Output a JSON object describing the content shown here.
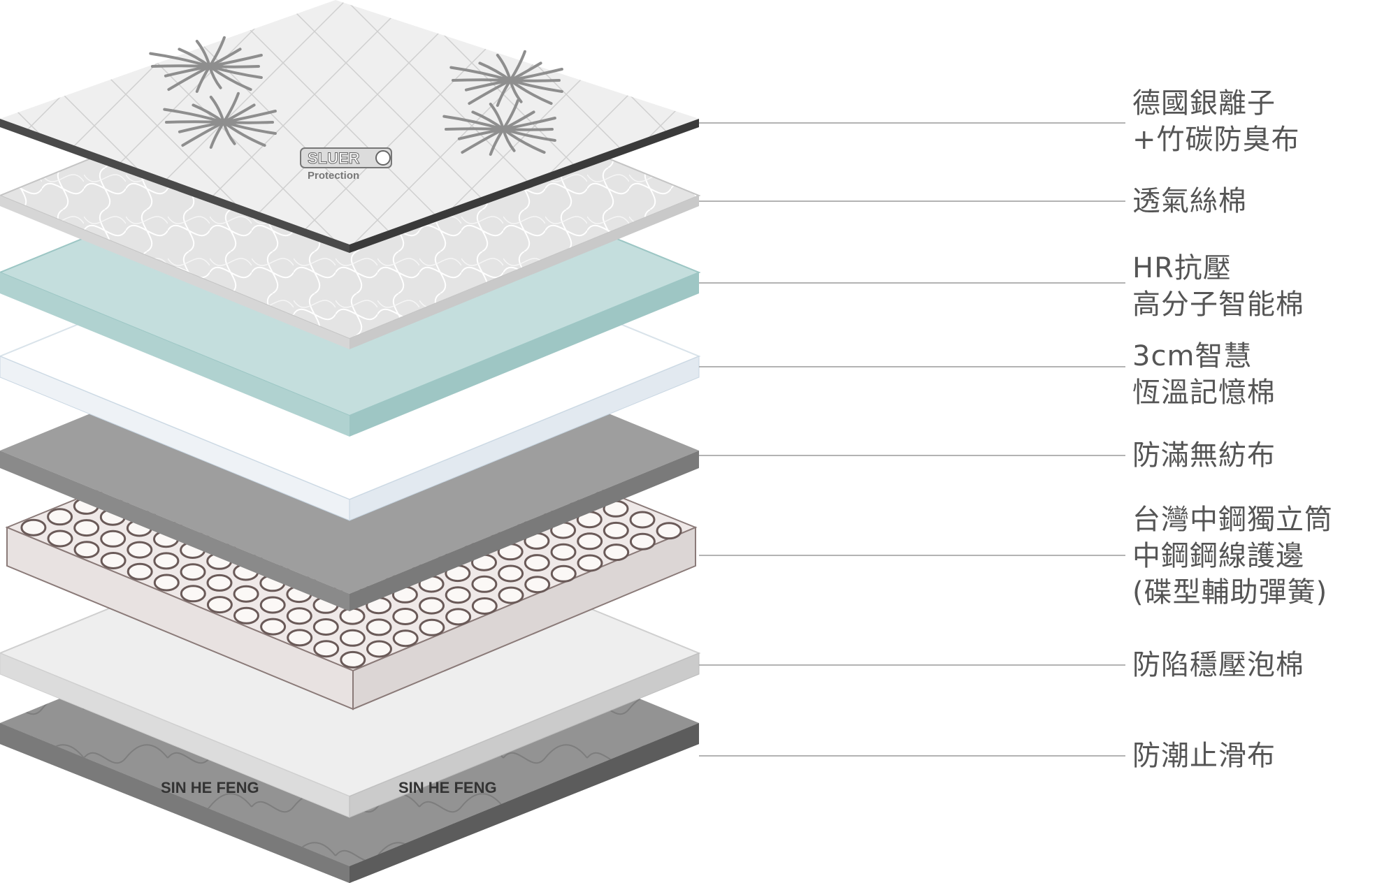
{
  "brand": {
    "top_logo": "SLUER",
    "top_logo_sub": "Protection",
    "bottom_mark": "SIN HE FENG"
  },
  "layers": [
    {
      "id": "cover",
      "lines": [
        "德國銀離子",
        "+竹碳防臭布"
      ]
    },
    {
      "id": "silk",
      "lines": [
        "透氣絲棉"
      ]
    },
    {
      "id": "hr-foam",
      "lines": [
        "HR抗壓",
        "高分子智能棉"
      ]
    },
    {
      "id": "memory",
      "lines": [
        "3cm智慧",
        "恆溫記憶棉"
      ]
    },
    {
      "id": "nonwoven",
      "lines": [
        "防滿無紡布"
      ]
    },
    {
      "id": "springs",
      "lines": [
        "台灣中鋼獨立筒",
        "中鋼鋼線護邊",
        "(碟型輔助彈簧)"
      ]
    },
    {
      "id": "base-foam",
      "lines": [
        "防陷穩壓泡棉"
      ]
    },
    {
      "id": "antislip",
      "lines": [
        "防潮止滑布"
      ]
    }
  ],
  "colors": {
    "label_text": "#555555",
    "leader_line": "#9a9a9a",
    "cover_top": "#ececec",
    "cover_edge": "#4a4a4a",
    "silk_top": "#e6e6e6",
    "hr_top": "#c4dedd",
    "hr_edge": "#9cc6c4",
    "memory_top": "#ffffff",
    "memory_edge": "#e4ecf2",
    "nonwoven": "#9e9e9e",
    "spring_ring": "#6a5a58",
    "base_foam": "#eeeeee",
    "antislip": "#8c8c8c"
  }
}
